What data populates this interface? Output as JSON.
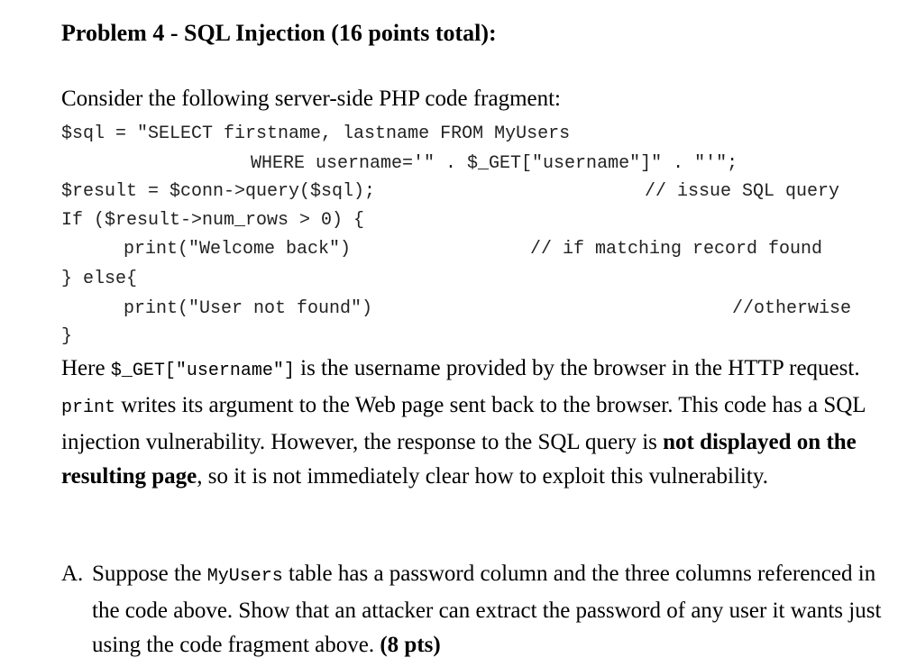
{
  "title": "Problem 4 - SQL Injection (16 points total):",
  "intro": "Consider the following server-side PHP code fragment:",
  "code": {
    "line1": "$sql = \"SELECT firstname, lastname FROM MyUsers",
    "line2": "WHERE username='\" . $_GET[\"username\"]\" . \"'\";",
    "line3": "$result = $conn->query($sql);",
    "line3_comment": "// issue SQL query",
    "line4": "If ($result->num_rows > 0) {",
    "line5": "print(\"Welcome back\")",
    "line5_comment": "// if matching record found",
    "line6": "} else{",
    "line7": "print(\"User not found\")",
    "line7_comment": "//otherwise",
    "line8": "}"
  },
  "paragraph": {
    "p1": "Here ",
    "c1": "$_GET[\"username\"]",
    "p2": " is the username provided by the browser in the HTTP request. ",
    "c2": "print",
    "p3": " writes its argument to the Web page sent back to the browser. This code has a SQL injection vulnerability. However, the response to the SQL query is ",
    "b1": "not displayed on the resulting page",
    "p4": ", so it is not immediately clear how to exploit this vulnerability."
  },
  "question_a": {
    "label": "A.",
    "t1": "Suppose the ",
    "c1": "MyUsers",
    "t2": " table has a password column and the three columns referenced in the code above. Show that an attacker can extract the password of any user it wants just using the code fragment above. ",
    "pts": "(8 pts)"
  }
}
